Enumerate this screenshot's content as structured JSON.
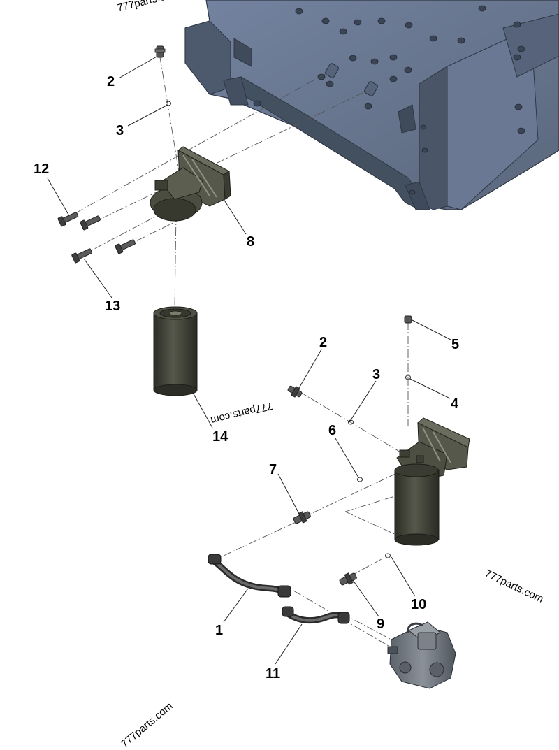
{
  "watermark": "777parts.com",
  "callouts": {
    "c1": "1",
    "c2a": "2",
    "c2b": "2",
    "c3a": "3",
    "c3b": "3",
    "c4": "4",
    "c5": "5",
    "c6": "6",
    "c7": "7",
    "c8": "8",
    "c9": "9",
    "c10": "10",
    "c11": "11",
    "c12": "12",
    "c13": "13",
    "c14": "14"
  },
  "colors": {
    "engine_block": "#5f6d80",
    "engine_shade": "#4a5565",
    "filter_body": "#3f4236",
    "fitting": "#4c4c4c",
    "pump": "#6d737b"
  }
}
